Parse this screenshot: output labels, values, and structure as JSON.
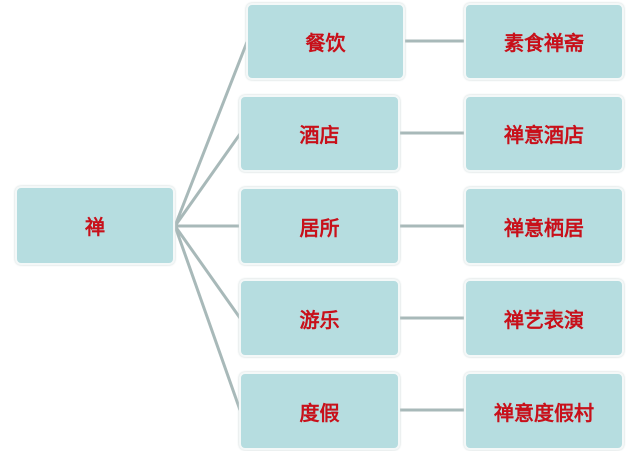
{
  "root": {
    "label": "禅"
  },
  "categories": [
    {
      "label": "餐饮",
      "detail": "素食禅斋"
    },
    {
      "label": "酒店",
      "detail": "禅意酒店"
    },
    {
      "label": "居所",
      "detail": "禅意栖居"
    },
    {
      "label": "游乐",
      "detail": "禅艺表演"
    },
    {
      "label": "度假",
      "detail": "禅意度假村"
    }
  ],
  "colors": {
    "box": "#b6dde0",
    "text": "#c8101a",
    "line": "#a8b9b9"
  }
}
